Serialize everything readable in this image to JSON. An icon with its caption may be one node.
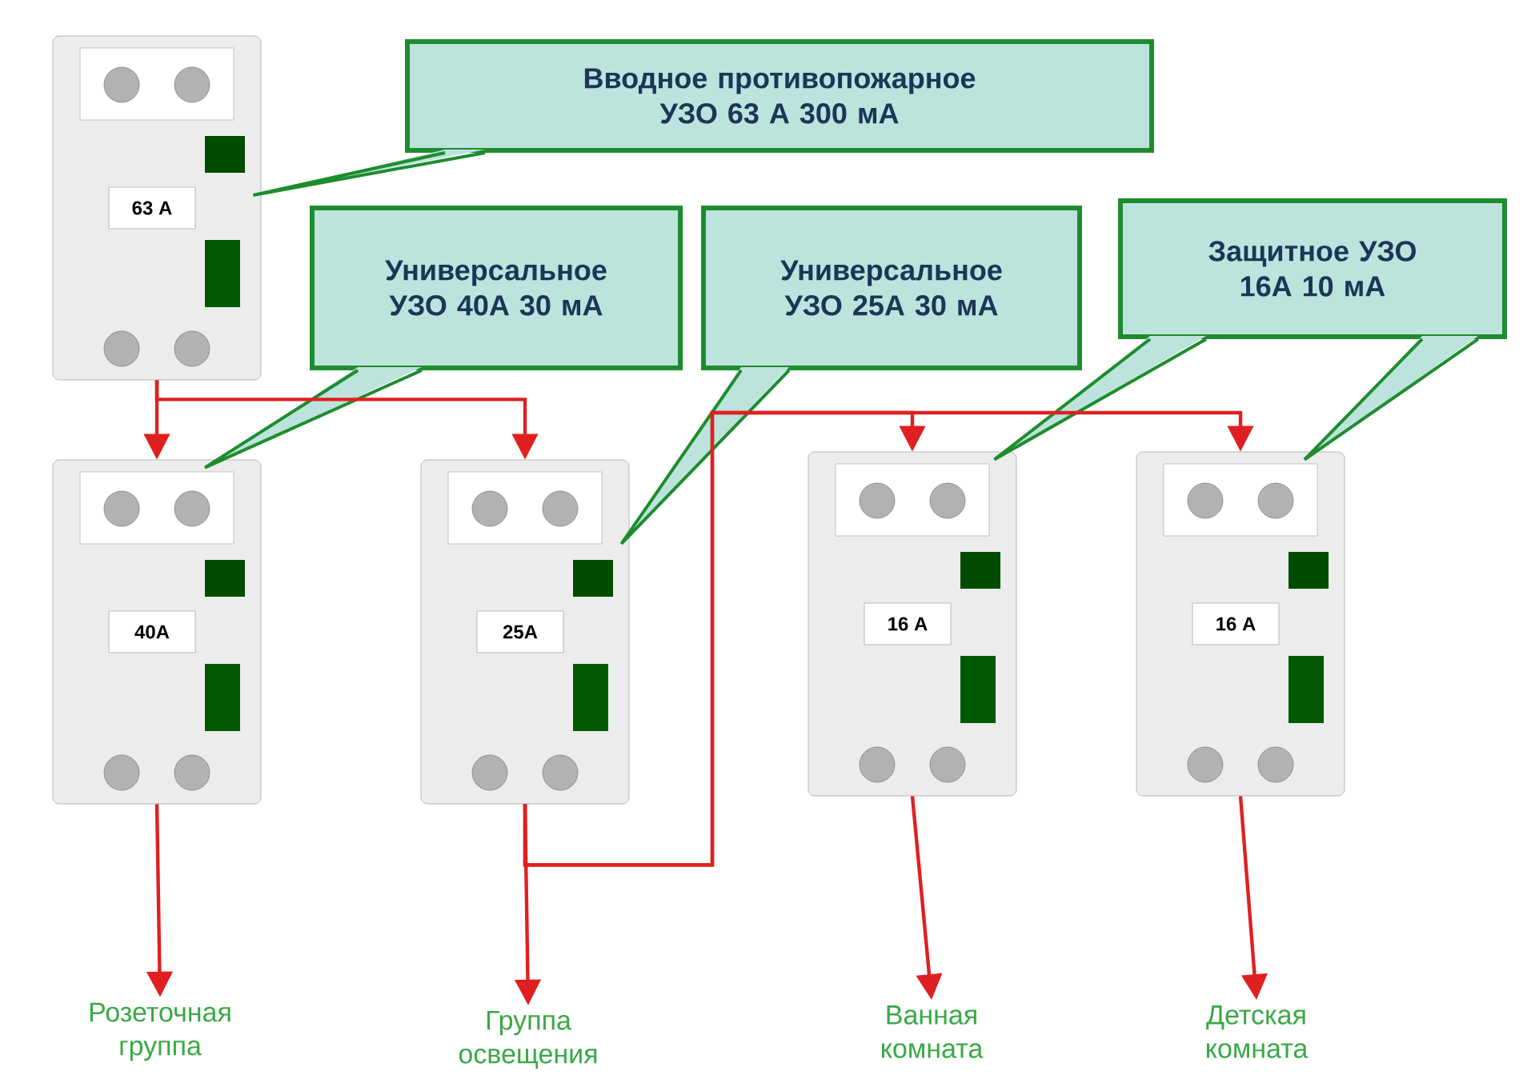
{
  "diagram": {
    "nodes": [
      {
        "text": [
          "Вводное противопожарное УЗО 63 А 300 мА"
        ]
      },
      {
        "text": [
          "Универсальное УЗО 40А 30 мА"
        ]
      },
      {
        "text": [
          "Универсальное УЗО 25А 30 мА"
        ]
      },
      {
        "text": [
          "Защитное УЗО 16А 10 мА"
        ]
      },
      {
        "text": [
          "63 A"
        ]
      },
      {
        "text": [
          "40A"
        ]
      },
      {
        "text": [
          "25A"
        ]
      },
      {
        "text": [
          "16 A"
        ]
      },
      {
        "text": [
          "16 A"
        ]
      },
      {
        "text": [
          "Розеточная группа"
        ]
      },
      {
        "text": [
          "Группа освещения"
        ]
      },
      {
        "text": [
          "Ванная комната"
        ]
      },
      {
        "text": [
          "Детская комната"
        ]
      }
    ],
    "edges": [
      {
        "from": 0,
        "to": 4,
        "arrow": "none",
        "color": "#1e8c2e"
      },
      {
        "from": 1,
        "to": 5,
        "arrow": "none",
        "color": "#1e8c2e"
      },
      {
        "from": 2,
        "to": 6,
        "arrow": "none",
        "color": "#1e8c2e"
      },
      {
        "from": 3,
        "to": 7,
        "arrow": "none",
        "color": "#1e8c2e"
      },
      {
        "from": 3,
        "to": 8,
        "arrow": "none",
        "color": "#1e8c2e"
      },
      {
        "from": 4,
        "to": 5,
        "arrow": "to"
      },
      {
        "from": 4,
        "to": 6,
        "arrow": "to"
      },
      {
        "from": 6,
        "to": 7,
        "arrow": "to"
      },
      {
        "from": 6,
        "to": 8,
        "arrow": "to"
      },
      {
        "from": 5,
        "to": 9,
        "arrow": "to"
      },
      {
        "from": 6,
        "to": 10,
        "arrow": "to"
      },
      {
        "from": 7,
        "to": 11,
        "arrow": "to"
      },
      {
        "from": 8,
        "to": 12,
        "arrow": "to"
      }
    ]
  }
}
